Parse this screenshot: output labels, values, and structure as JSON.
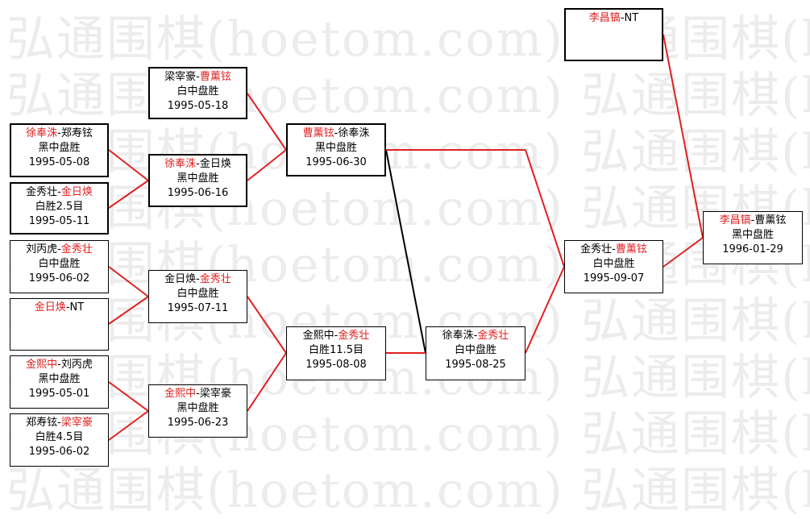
{
  "watermark": {
    "lines": [
      "弘通围棋(hoetom.com) 弘通围棋(hoetom.com)",
      "弘通围棋(hoetom.com) 弘通围棋(hoetom.com)",
      "弘通围棋(hoetom.com) 弘通围棋(hoetom.com)",
      "弘通围棋(hoetom.com) 弘通围棋(hoetom.com)",
      "弘通围棋(hoetom.com) 弘通围棋(hoetom.com)",
      "弘通围棋(hoetom.com) 弘通围棋(hoetom.com)",
      "弘通围棋(hoetom.com) 弘通围棋(hoetom.com)",
      "弘通围棋(hoetom.com) 弘通围棋(hoetom.com)",
      "弘通围棋(hoetom.com) 弘通围棋(hoetom.com)"
    ]
  },
  "colors": {
    "winner_name": "#e02020",
    "winner_line": "#e02020",
    "loser_line": "#000000",
    "box_border": "#000000"
  },
  "matches": {
    "r1_1": {
      "p1": "徐奉洙",
      "p2": "郑寿铉",
      "winner": 1,
      "result": "黑中盘胜",
      "date": "1995-05-08"
    },
    "r1_2": {
      "p1": "金秀壮",
      "p2": "金日焕",
      "winner": 2,
      "result": "白胜2.5目",
      "date": "1995-05-11"
    },
    "r1_3": {
      "p1": "刘丙虎",
      "p2": "金秀壮",
      "winner": 2,
      "result": "白中盘胜",
      "date": "1995-06-02"
    },
    "r1_4": {
      "p1": "金日焕",
      "p2": "NT",
      "winner": 1,
      "result": "",
      "date": ""
    },
    "r1_5": {
      "p1": "金熙中",
      "p2": "刘丙虎",
      "winner": 1,
      "result": "黑中盘胜",
      "date": "1995-05-01"
    },
    "r1_6": {
      "p1": "郑寿铉",
      "p2": "梁宰豪",
      "winner": 2,
      "result": "白胜4.5目",
      "date": "1995-06-02"
    },
    "r2_0": {
      "p1": "梁宰豪",
      "p2": "曹薰铉",
      "winner": 2,
      "result": "白中盘胜",
      "date": "1995-05-18"
    },
    "r2_1": {
      "p1": "徐奉洙",
      "p2": "金日焕",
      "winner": 1,
      "result": "黑中盘胜",
      "date": "1995-06-16"
    },
    "r2_2": {
      "p1": "金日焕",
      "p2": "金秀壮",
      "winner": 2,
      "result": "白中盘胜",
      "date": "1995-07-11"
    },
    "r2_3": {
      "p1": "金熙中",
      "p2": "梁宰豪",
      "winner": 1,
      "result": "黑中盘胜",
      "date": "1995-06-23"
    },
    "r3_1": {
      "p1": "曹薰铉",
      "p2": "徐奉洙",
      "winner": 1,
      "result": "黑中盘胜",
      "date": "1995-06-30"
    },
    "r3_2": {
      "p1": "金熙中",
      "p2": "金秀壮",
      "winner": 2,
      "result": "白胜11.5目",
      "date": "1995-08-08"
    },
    "r4": {
      "p1": "徐奉洙",
      "p2": "金秀壮",
      "winner": 2,
      "result": "白中盘胜",
      "date": "1995-08-25"
    },
    "r5": {
      "p1": "金秀壮",
      "p2": "曹薰铉",
      "winner": 2,
      "result": "白中盘胜",
      "date": "1995-09-07"
    },
    "champ_seed": {
      "p1": "李昌镐",
      "p2": "NT",
      "winner": 1,
      "result": "",
      "date": ""
    },
    "final": {
      "p1": "李昌镐",
      "p2": "曹薰铉",
      "winner": 1,
      "result": "黑中盘胜",
      "date": "1996-01-29"
    }
  }
}
